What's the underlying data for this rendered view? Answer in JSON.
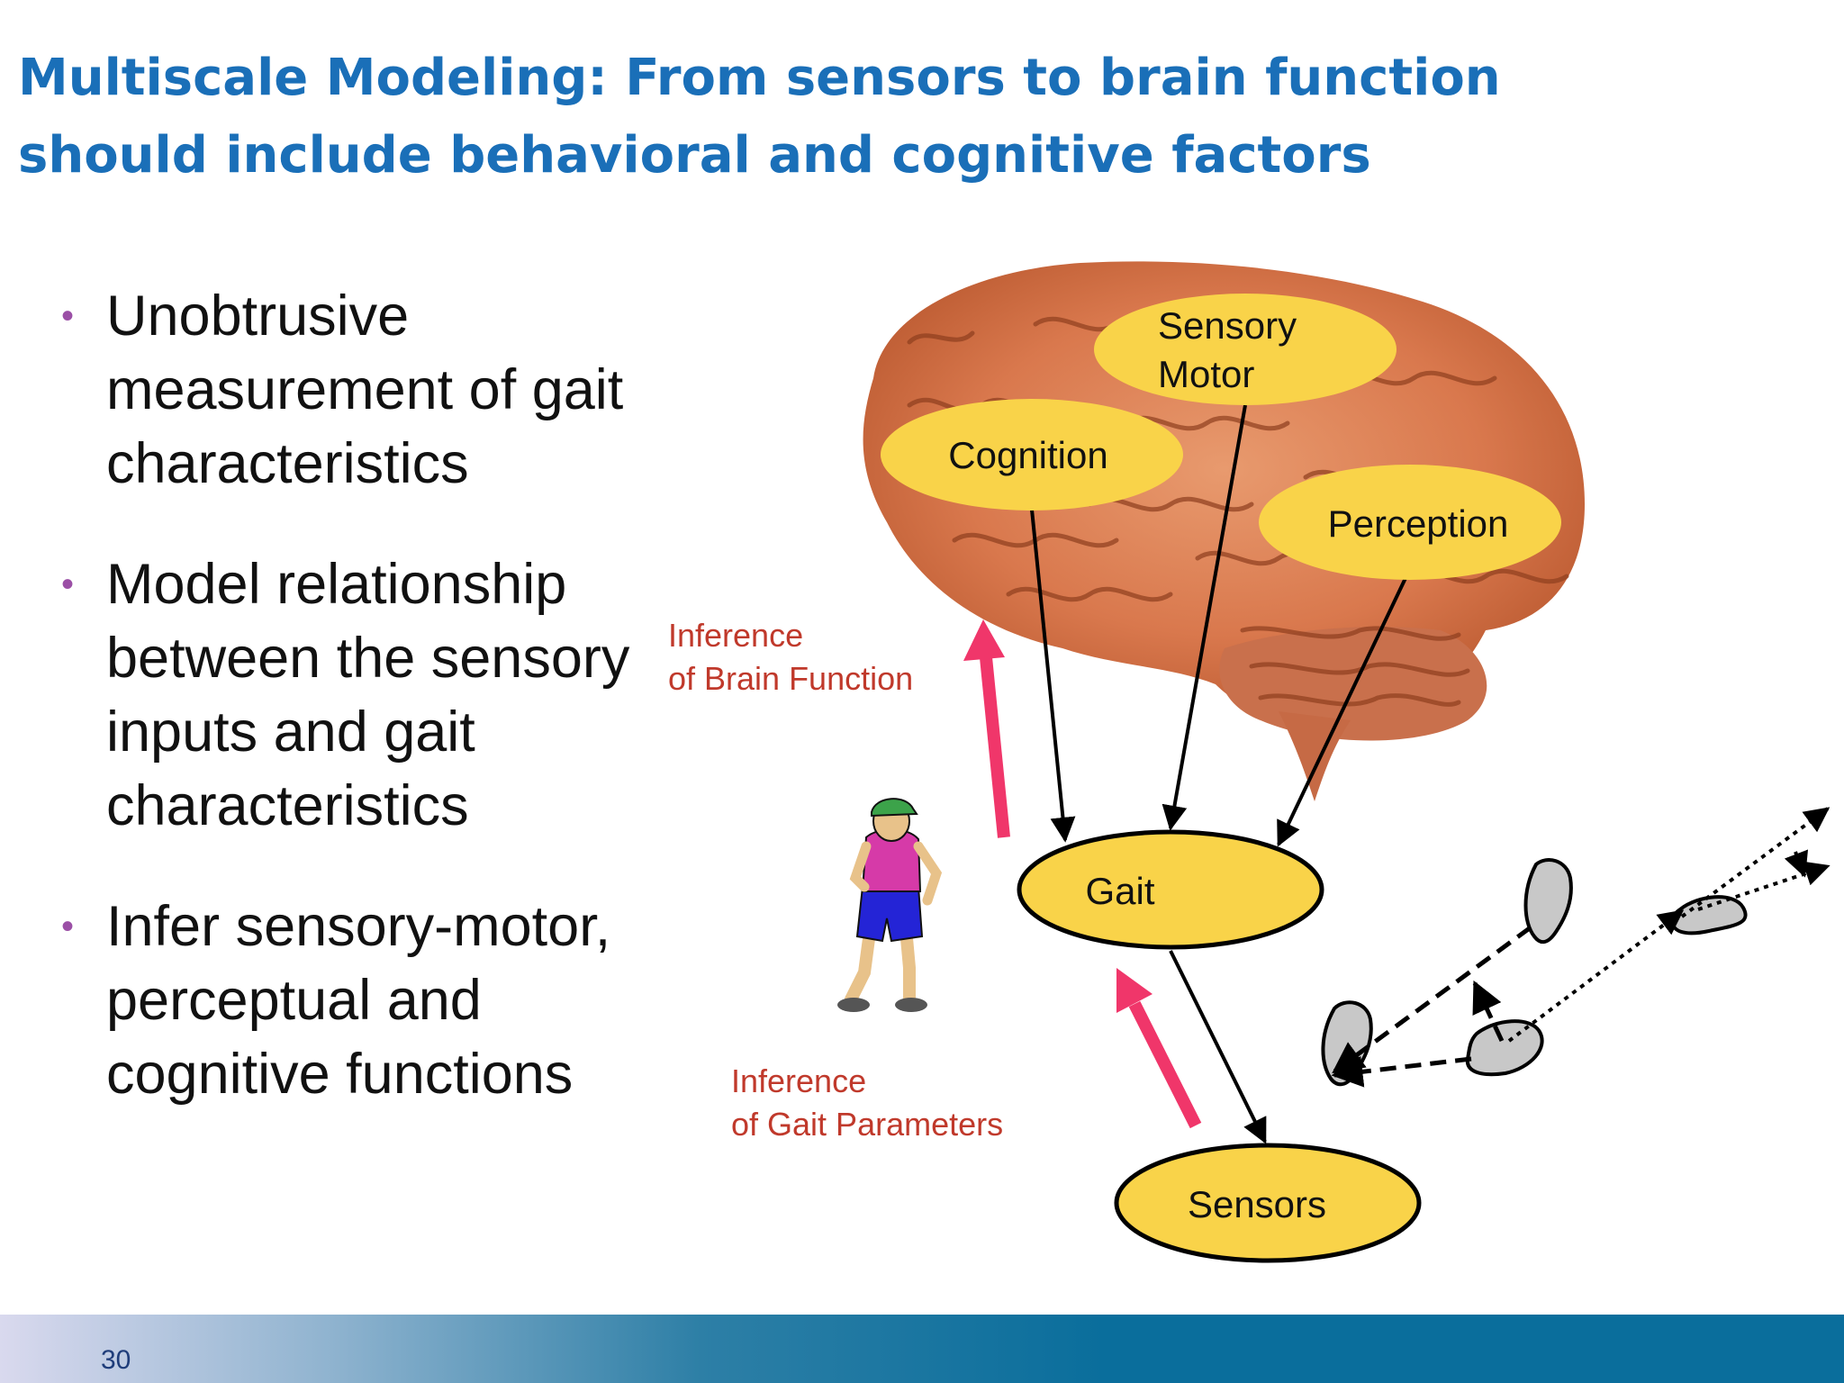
{
  "slide": {
    "title_line1": "Multiscale Modeling:  From sensors to brain function",
    "title_line2": "should include behavioral and cognitive factors",
    "page_number": "30"
  },
  "bullets": [
    "Unobtrusive measurement of  gait characteristics",
    "Model relationship between the sensory inputs and gait characteristics",
    "Infer sensory-motor, perceptual and cognitive functions"
  ],
  "nodes": {
    "sensory_motor": [
      "Sensory",
      "Motor"
    ],
    "cognition": "Cognition",
    "perception": "Perception",
    "gait": "Gait",
    "sensors": "Sensors"
  },
  "annotations": {
    "brain_inference": [
      "Inference",
      "of Brain Function"
    ],
    "gait_inference": [
      "Inference",
      "of Gait Parameters"
    ]
  },
  "colors": {
    "title": "#1a6fb8",
    "node_fill": "#f9d349",
    "annotation_text": "#c0392b",
    "inference_arrow": "#f0366a",
    "bullet_dot": "#9b4fa6",
    "footer": "#0a6e9c"
  }
}
